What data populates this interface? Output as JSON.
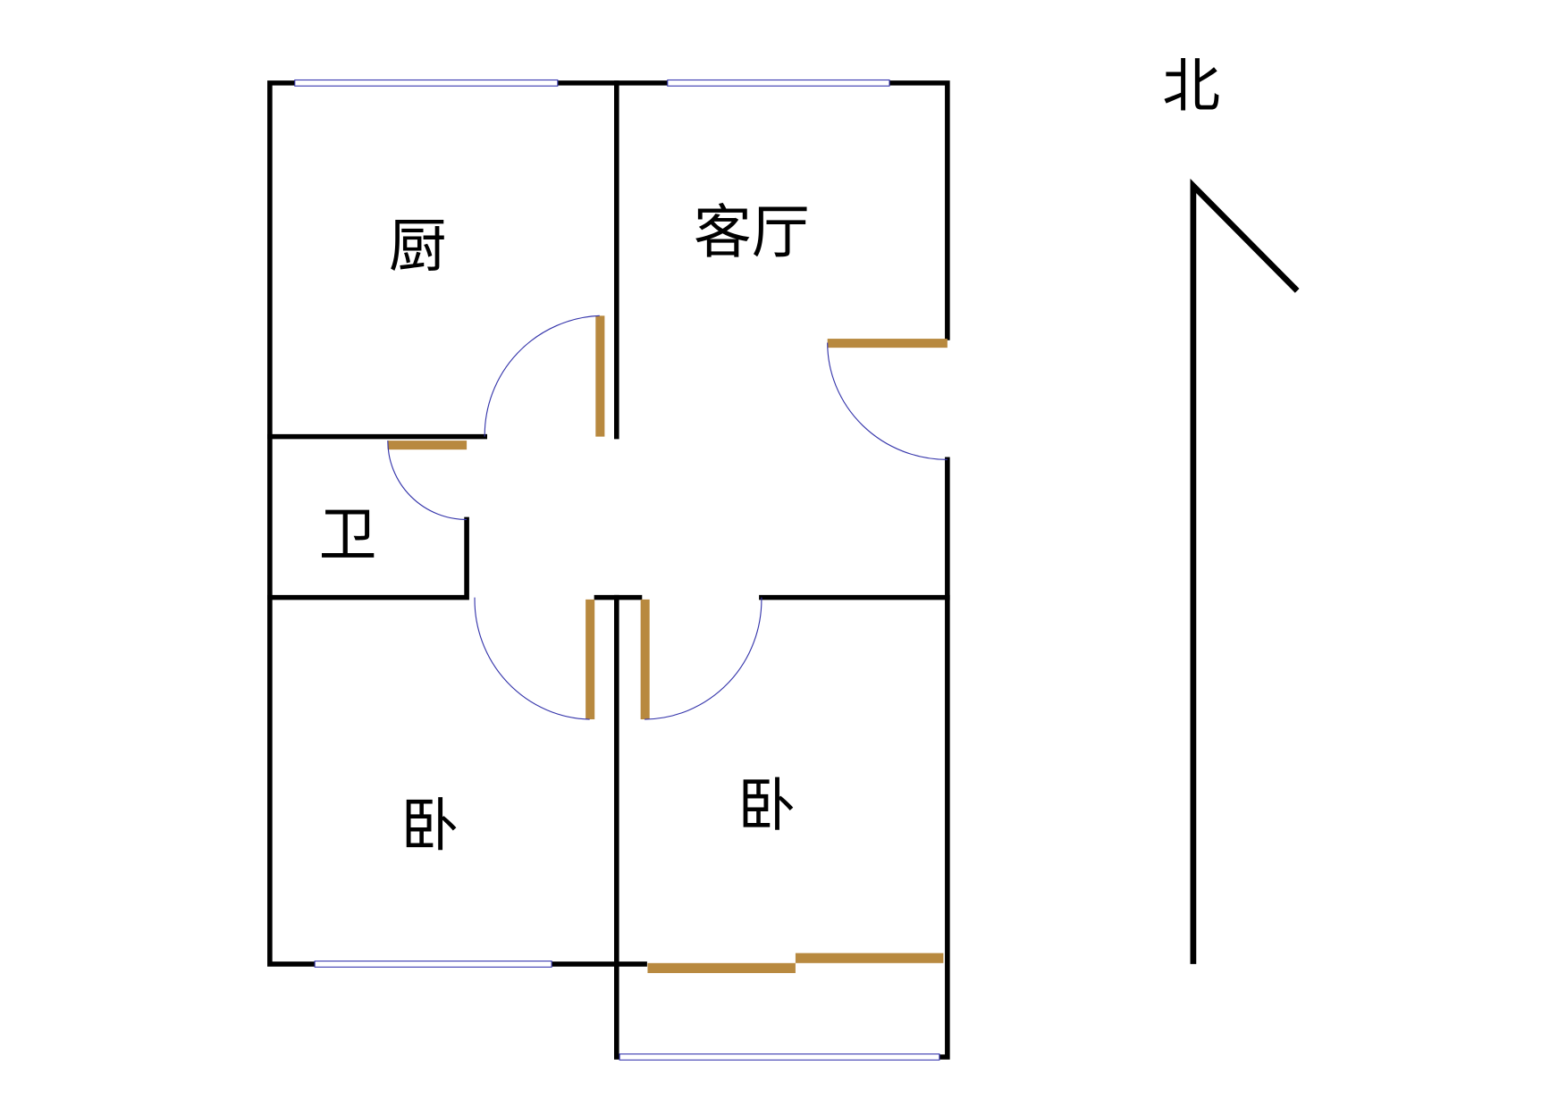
{
  "rooms": {
    "kitchen": "厨",
    "living_room": "客厅",
    "bathroom": "卫",
    "bedroom_west": "卧",
    "bedroom_east": "卧"
  },
  "compass": {
    "north_label": "北"
  },
  "colors": {
    "wall": "#000000",
    "door": "#b8893f",
    "window": "#3a3ab0",
    "door_swing": "#3333aa"
  }
}
